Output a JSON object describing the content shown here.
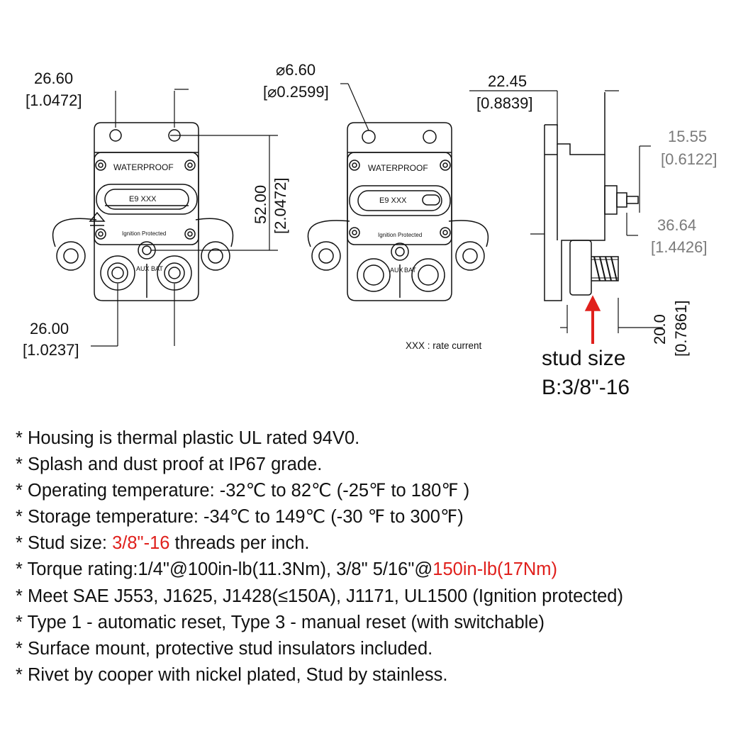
{
  "front_view": {
    "top_dim": "26.60",
    "top_dim_in": "[1.0472]",
    "height_dim": "52.00",
    "height_dim_in": "[2.0472]",
    "bottom_dim": "26.00",
    "bottom_dim_in": "[1.0237]",
    "label_waterproof": "WATERPROOF",
    "label_rating": "E9 XXX",
    "label_ignition": "Ignition Protected",
    "terminal_left_letters": "AUX",
    "terminal_right_letters": "BAT"
  },
  "middle_view": {
    "hole_dim": "⌀6.60",
    "hole_dim_in": "[⌀0.2599]",
    "label_waterproof": "WATERPROOF",
    "label_rating": "E9 XXX",
    "label_ignition": "Ignition Protected",
    "terminal_left_letters": "AUX",
    "terminal_right_letters": "BAT",
    "note": "XXX : rate current"
  },
  "side_view": {
    "depth_dim": "22.45",
    "depth_dim_in": "[0.8839]",
    "button_dim": "15.55",
    "button_dim_in": "[0.6122]",
    "body_dim": "36.64",
    "body_dim_in": "[1.4426]",
    "stud_dim": "20.0",
    "stud_dim_in": "[0.7861]",
    "stud_label_1": "stud size",
    "stud_label_2": "B:3/8\"-16",
    "arrow_color": "#e0201c"
  },
  "specs": [
    {
      "pre": "* Housing is thermal plastic UL rated 94V0.",
      "red": "",
      "post": ""
    },
    {
      "pre": "* Splash and dust proof at IP67 grade.",
      "red": "",
      "post": ""
    },
    {
      "pre": "* Operating temperature: -32℃ to  82℃ (-25℉ to 180℉ )",
      "red": "",
      "post": ""
    },
    {
      "pre": "* Storage temperature: -34℃ to 149℃ (-30 ℉ to 300℉)",
      "red": "",
      "post": ""
    },
    {
      "pre": "* Stud size: ",
      "red": "3/8\"-16",
      "post": " threads per inch."
    },
    {
      "pre": "* Torque rating:1/4\"@100in-lb(11.3Nm), 3/8\" 5/16\"@",
      "red": "150in-lb(17Nm)",
      "post": ""
    },
    {
      "pre": "* Meet SAE J553, J1625, J1428(≤150A), J1171, UL1500 (Ignition protected)",
      "red": "",
      "post": ""
    },
    {
      "pre": "* Type 1 - automatic reset, Type 3 - manual reset (with switchable)",
      "red": "",
      "post": ""
    },
    {
      "pre": "* Surface mount, protective stud insulators included.",
      "red": "",
      "post": ""
    },
    {
      "pre": "* Rivet by cooper with nickel plated, Stud by stainless.",
      "red": "",
      "post": ""
    }
  ],
  "colors": {
    "accent_red": "#e0201c",
    "line": "#111111",
    "gray_text": "#7a7a7a"
  }
}
